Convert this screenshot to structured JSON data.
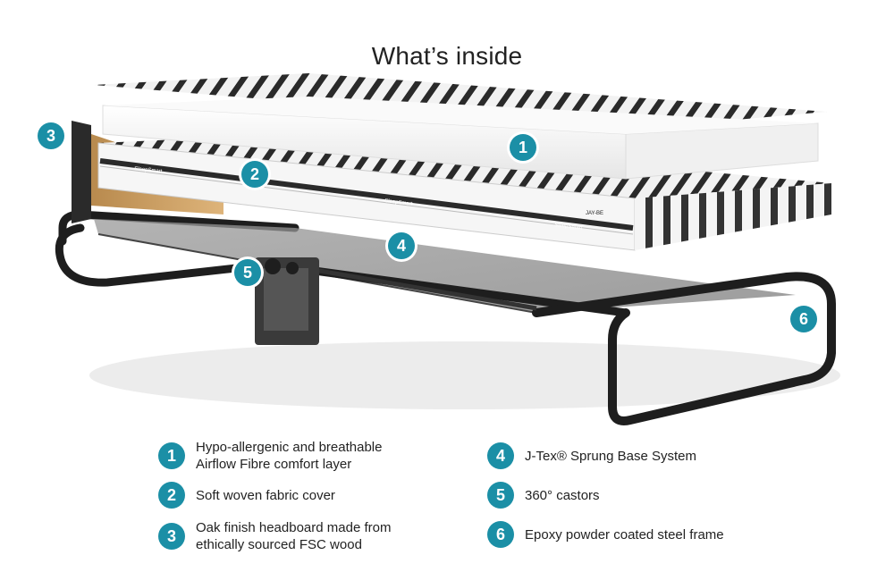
{
  "title": "What’s inside",
  "markers": [
    "1",
    "2",
    "3",
    "4",
    "5",
    "6"
  ],
  "legend": [
    {
      "num": "1",
      "line1": "Hypo-allergenic and breathable",
      "line2": "Airflow Fibre comfort layer"
    },
    {
      "num": "2",
      "line1": "Soft woven fabric cover",
      "line2": ""
    },
    {
      "num": "3",
      "line1": "Oak finish headboard made from",
      "line2": "ethically sourced FSC wood"
    },
    {
      "num": "4",
      "line1": "J-Tex® Sprung Base System",
      "line2": ""
    },
    {
      "num": "5",
      "line1": "360° castors",
      "line2": ""
    },
    {
      "num": "6",
      "line1": "Epoxy powder coated steel frame",
      "line2": ""
    }
  ],
  "brand_labels": {
    "a": "SleepSmart",
    "b": "SleepSmart",
    "c": "SleepSmart",
    "d": "JAY-BE"
  },
  "colors": {
    "accent": "#1b8fa6",
    "frame": "#1e1e1e",
    "headboard": "#c9a066"
  }
}
